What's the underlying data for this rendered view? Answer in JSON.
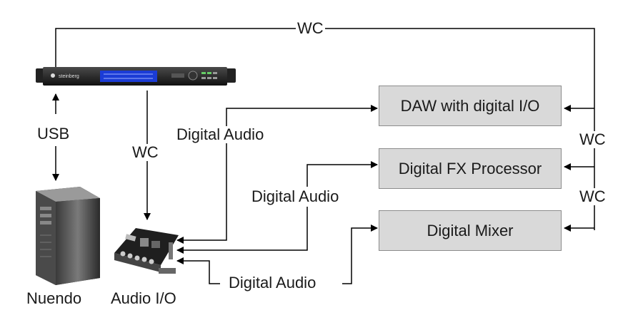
{
  "colors": {
    "line": "#000000",
    "box_fill": "#d9d9d9",
    "box_border": "#8c8c8c"
  },
  "devices": {
    "sync_unit": {
      "icon": "rack-sync-unit-icon",
      "brand": "steinberg"
    },
    "computer": {
      "icon": "tower-computer-icon",
      "label": "Nuendo"
    },
    "audio_io": {
      "icon": "audio-interface-card-icon",
      "label": "Audio I/O"
    }
  },
  "boxes": {
    "daw": "DAW with digital I/O",
    "fx": "Digital FX Processor",
    "mixer": "Digital Mixer"
  },
  "labels": {
    "wc_top": "WC",
    "usb": "USB",
    "wc_left": "WC",
    "digital_audio_1": "Digital Audio",
    "digital_audio_2": "Digital Audio",
    "digital_audio_3": "Digital Audio",
    "wc_right_1": "WC",
    "wc_right_2": "WC"
  }
}
